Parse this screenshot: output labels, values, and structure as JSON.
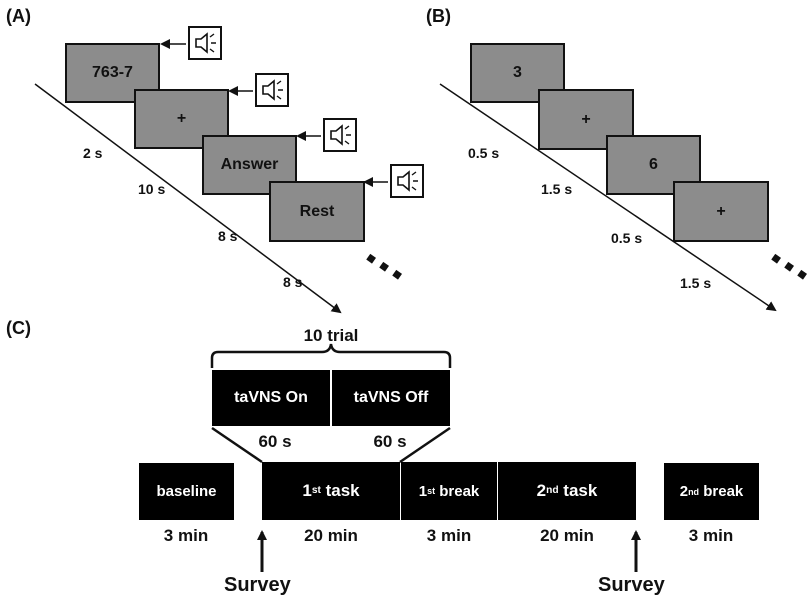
{
  "panels": {
    "a": {
      "label": "(A)",
      "screens": [
        "763-7",
        "+",
        "Answer",
        "Rest"
      ],
      "durations": [
        "2 s",
        "10 s",
        "8 s",
        "8 s"
      ],
      "audio_icon": "speaker-icon"
    },
    "b": {
      "label": "(B)",
      "screens": [
        "3",
        "+",
        "6",
        "+"
      ],
      "durations": [
        "0.5 s",
        "1.5 s",
        "0.5 s",
        "1.5 s"
      ]
    },
    "c": {
      "label": "(C)",
      "trial_label": "10 trial",
      "stim_on": "taVNS On",
      "stim_off": "taVNS Off",
      "stim_on_duration": "60 s",
      "stim_off_duration": "60 s",
      "blocks": [
        {
          "main": "baseline",
          "sup": "",
          "rest": "",
          "duration": "3 min"
        },
        {
          "main": "1",
          "sup": "st",
          "rest": " task",
          "duration": "20 min"
        },
        {
          "main": "1",
          "sup": "st",
          "rest": " break",
          "duration": "3 min"
        },
        {
          "main": "2",
          "sup": "nd",
          "rest": " task",
          "duration": "20 min"
        },
        {
          "main": "2",
          "sup": "nd",
          "rest": " break",
          "duration": "3 min"
        }
      ],
      "survey_label": "Survey"
    }
  },
  "colors": {
    "screen_fill": "#8c8c8c",
    "block_fill": "#000000",
    "ink": "#111111"
  }
}
